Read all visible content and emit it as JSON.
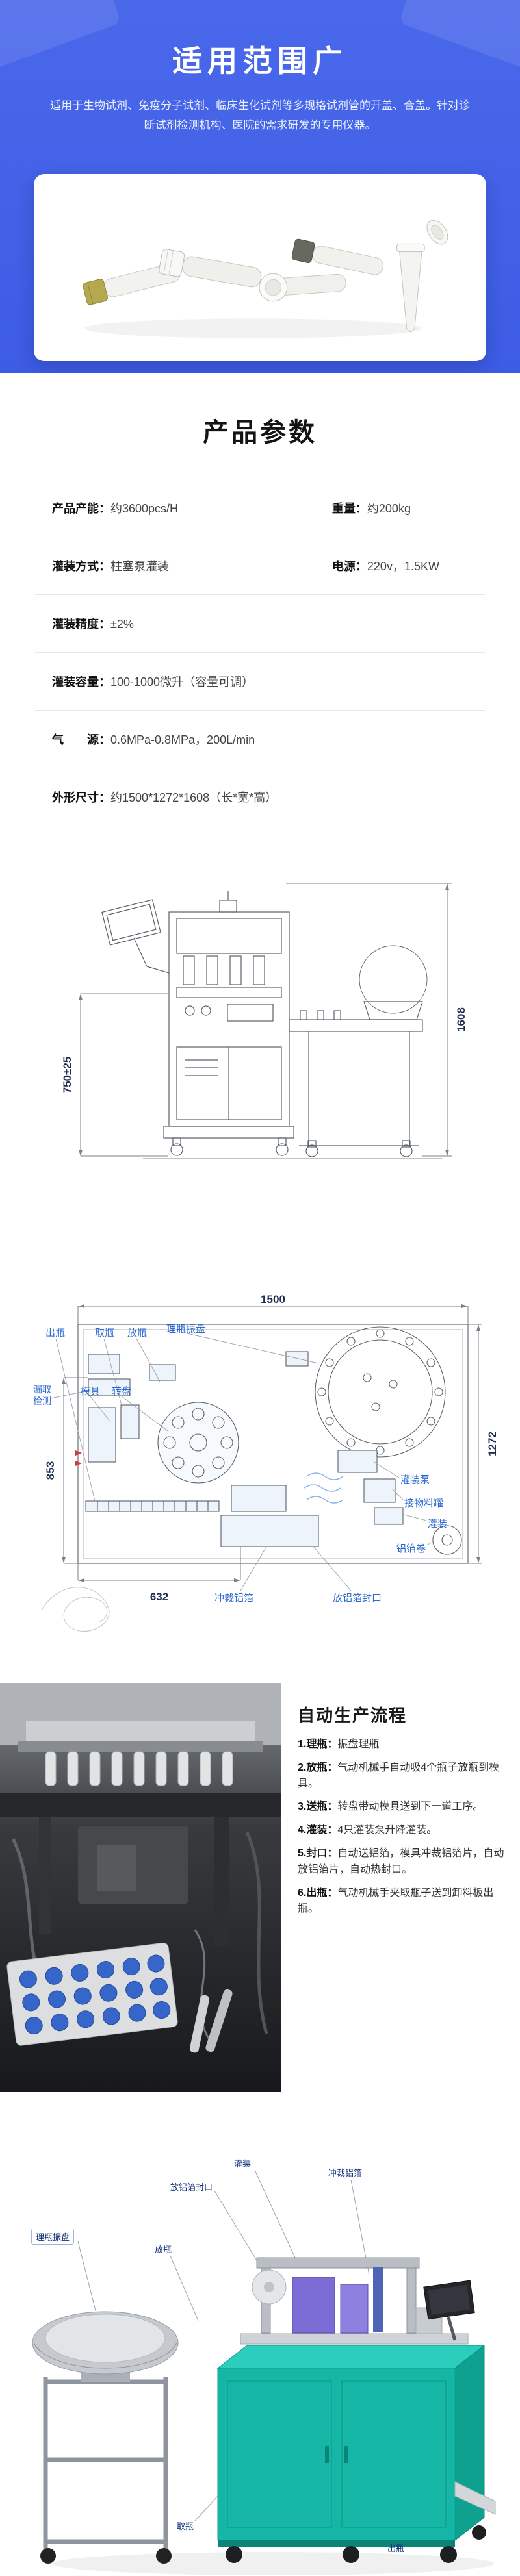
{
  "hero": {
    "title": "适用范围广",
    "description": "适用于生物试剂、免疫分子试剂、临床生化试剂等多规格试剂管的开盖、合盖。针对诊断试剂检测机构、医院的需求研发的专用仪器。"
  },
  "params": {
    "title": "产品参数",
    "rows": [
      {
        "cells": [
          {
            "label": "产品产能：",
            "value": "约3600pcs/H"
          },
          {
            "label": "重量：",
            "value": "约200kg"
          }
        ]
      },
      {
        "cells": [
          {
            "label": "灌装方式：",
            "value": "柱塞泵灌装"
          },
          {
            "label": "电源：",
            "value": "220v，1.5KW"
          }
        ]
      },
      {
        "cells": [
          {
            "label": "灌装精度：",
            "value": "±2%"
          }
        ]
      },
      {
        "cells": [
          {
            "label": "灌装容量：",
            "value": "100-1000微升（容量可调）"
          }
        ]
      },
      {
        "cells": [
          {
            "label": "气　　源：",
            "value": "0.6MPa-0.8MPa，200L/min"
          }
        ]
      },
      {
        "cells": [
          {
            "label": "外形尺寸：",
            "value": "约1500*1272*1608（长*宽*高）"
          }
        ]
      }
    ]
  },
  "front_view": {
    "dims": {
      "height_left": "750±25",
      "height_right": "1608"
    }
  },
  "top_view": {
    "dims": {
      "width_top": "1500",
      "height_right": "1272",
      "height_left": "853",
      "width_bottom": "632"
    },
    "labels": {
      "chuping": "出瓶",
      "quping": "取瓶",
      "fangping": "放瓶",
      "liping_zhenpan": "理瓶振盘",
      "louqu_jiance": "漏取检测",
      "muju": "模具",
      "zhuanpan": "转盘",
      "guanzhuang_beng": "灌装泵",
      "jie_wuliao_guan": "接物料罐",
      "guanzhuang": "灌装",
      "lvbo_juan": "铝箔卷",
      "chongcai_lvbo": "冲裁铝箔",
      "fang_lvbo_fengkou": "放铝箔封口"
    }
  },
  "process": {
    "title": "自动生产流程",
    "steps": [
      {
        "label": "1.理瓶：",
        "desc": "振盘理瓶"
      },
      {
        "label": "2.放瓶：",
        "desc": "气动机械手自动吸4个瓶子放瓶到模具。"
      },
      {
        "label": "3.送瓶：",
        "desc": "转盘带动模具送到下一道工序。"
      },
      {
        "label": "4.灌装：",
        "desc": "4只灌装泵升降灌装。"
      },
      {
        "label": "5.封口：",
        "desc": "自动送铝箔，模具冲裁铝箔片，自动放铝箔片，自动热封口。"
      },
      {
        "label": "6.出瓶：",
        "desc": "气动机械手夹取瓶子送到卸料板出瓶。"
      }
    ]
  },
  "render3d": {
    "labels": {
      "guanzhuang": "灌装",
      "fang_lvbo_fengkou": "放铝箔封口",
      "chongcai_lvbo": "冲裁铝箔",
      "liping_zhenpan": "理瓶振盘",
      "fangping": "放瓶",
      "quping": "取瓶",
      "chuping": "出瓶"
    }
  },
  "colors": {
    "primary_blue": "#4161e6",
    "dimension_text": "#1f2d50",
    "callout_blue": "#2e6ad0",
    "machine_teal": "#16b6a6"
  }
}
